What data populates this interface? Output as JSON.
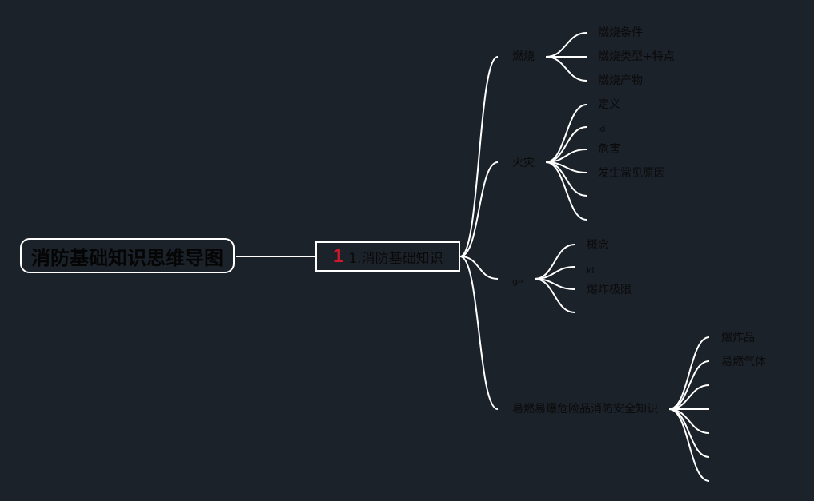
{
  "root": {
    "label": "消防基础知识思维导图"
  },
  "main": {
    "number": "1",
    "label": "1.消防基础知识"
  },
  "branches": [
    {
      "label": "燃烧",
      "children": [
        "燃烧条件",
        "燃烧类型+特点",
        "燃烧产物"
      ]
    },
    {
      "label": "火灾",
      "children": [
        "定义",
        "ki",
        "危害",
        "发生常见原因",
        "",
        ""
      ]
    },
    {
      "label": "ge",
      "children": [
        "概念",
        "ki",
        "爆炸极限",
        ""
      ]
    },
    {
      "label": "易燃易爆危险品消防安全知识",
      "children": [
        "爆炸品",
        "易燃气体",
        "",
        "",
        "",
        "",
        ""
      ]
    }
  ],
  "colors": {
    "background": "#1c222a",
    "lines": "#ffffff",
    "badge": "#d4182c"
  }
}
